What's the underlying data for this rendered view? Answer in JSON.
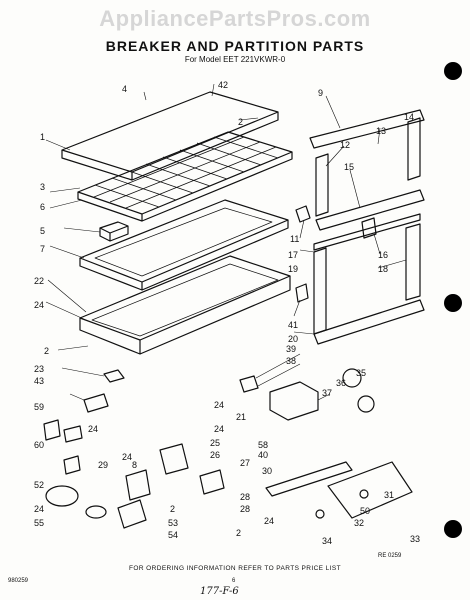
{
  "watermark": "AppliancePartsPros.com",
  "title": "BREAKER AND PARTITION PARTS",
  "subtitle": "For Model EET 221VKWR-0",
  "footer": "FOR ORDERING INFORMATION REFER TO PARTS PRICE LIST",
  "doc_code_left": "980259",
  "page_number": "6",
  "doc_code_right": "RE 0259",
  "handwritten_note": "177-F-6",
  "callouts": [
    "1",
    "2",
    "2",
    "2",
    "2",
    "3",
    "4",
    "5",
    "6",
    "7",
    "8",
    "9",
    "11",
    "12",
    "13",
    "14",
    "15",
    "16",
    "17",
    "18",
    "19",
    "20",
    "21",
    "22",
    "23",
    "24",
    "24",
    "24",
    "24",
    "24",
    "24",
    "24",
    "25",
    "26",
    "27",
    "28",
    "28",
    "29",
    "30",
    "31",
    "32",
    "33",
    "34",
    "35",
    "36",
    "37",
    "38",
    "39",
    "40",
    "41",
    "42",
    "43",
    "50",
    "52",
    "53",
    "54",
    "55",
    "58",
    "59",
    "60"
  ]
}
